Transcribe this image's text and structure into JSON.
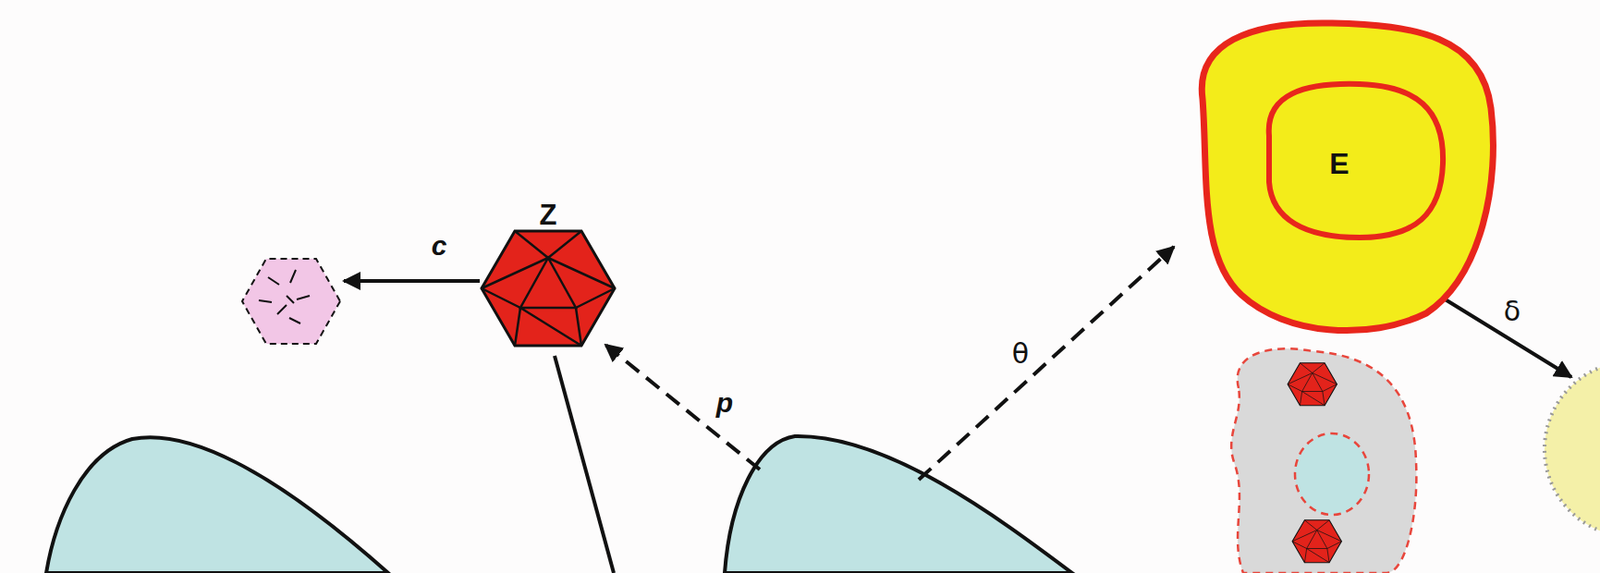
{
  "diagram": {
    "nodes": [
      {
        "text": [
          "Z"
        ]
      },
      {
        "text": [
          "E"
        ]
      }
    ],
    "labels": [
      "c",
      "p",
      "θ",
      "δ"
    ]
  }
}
